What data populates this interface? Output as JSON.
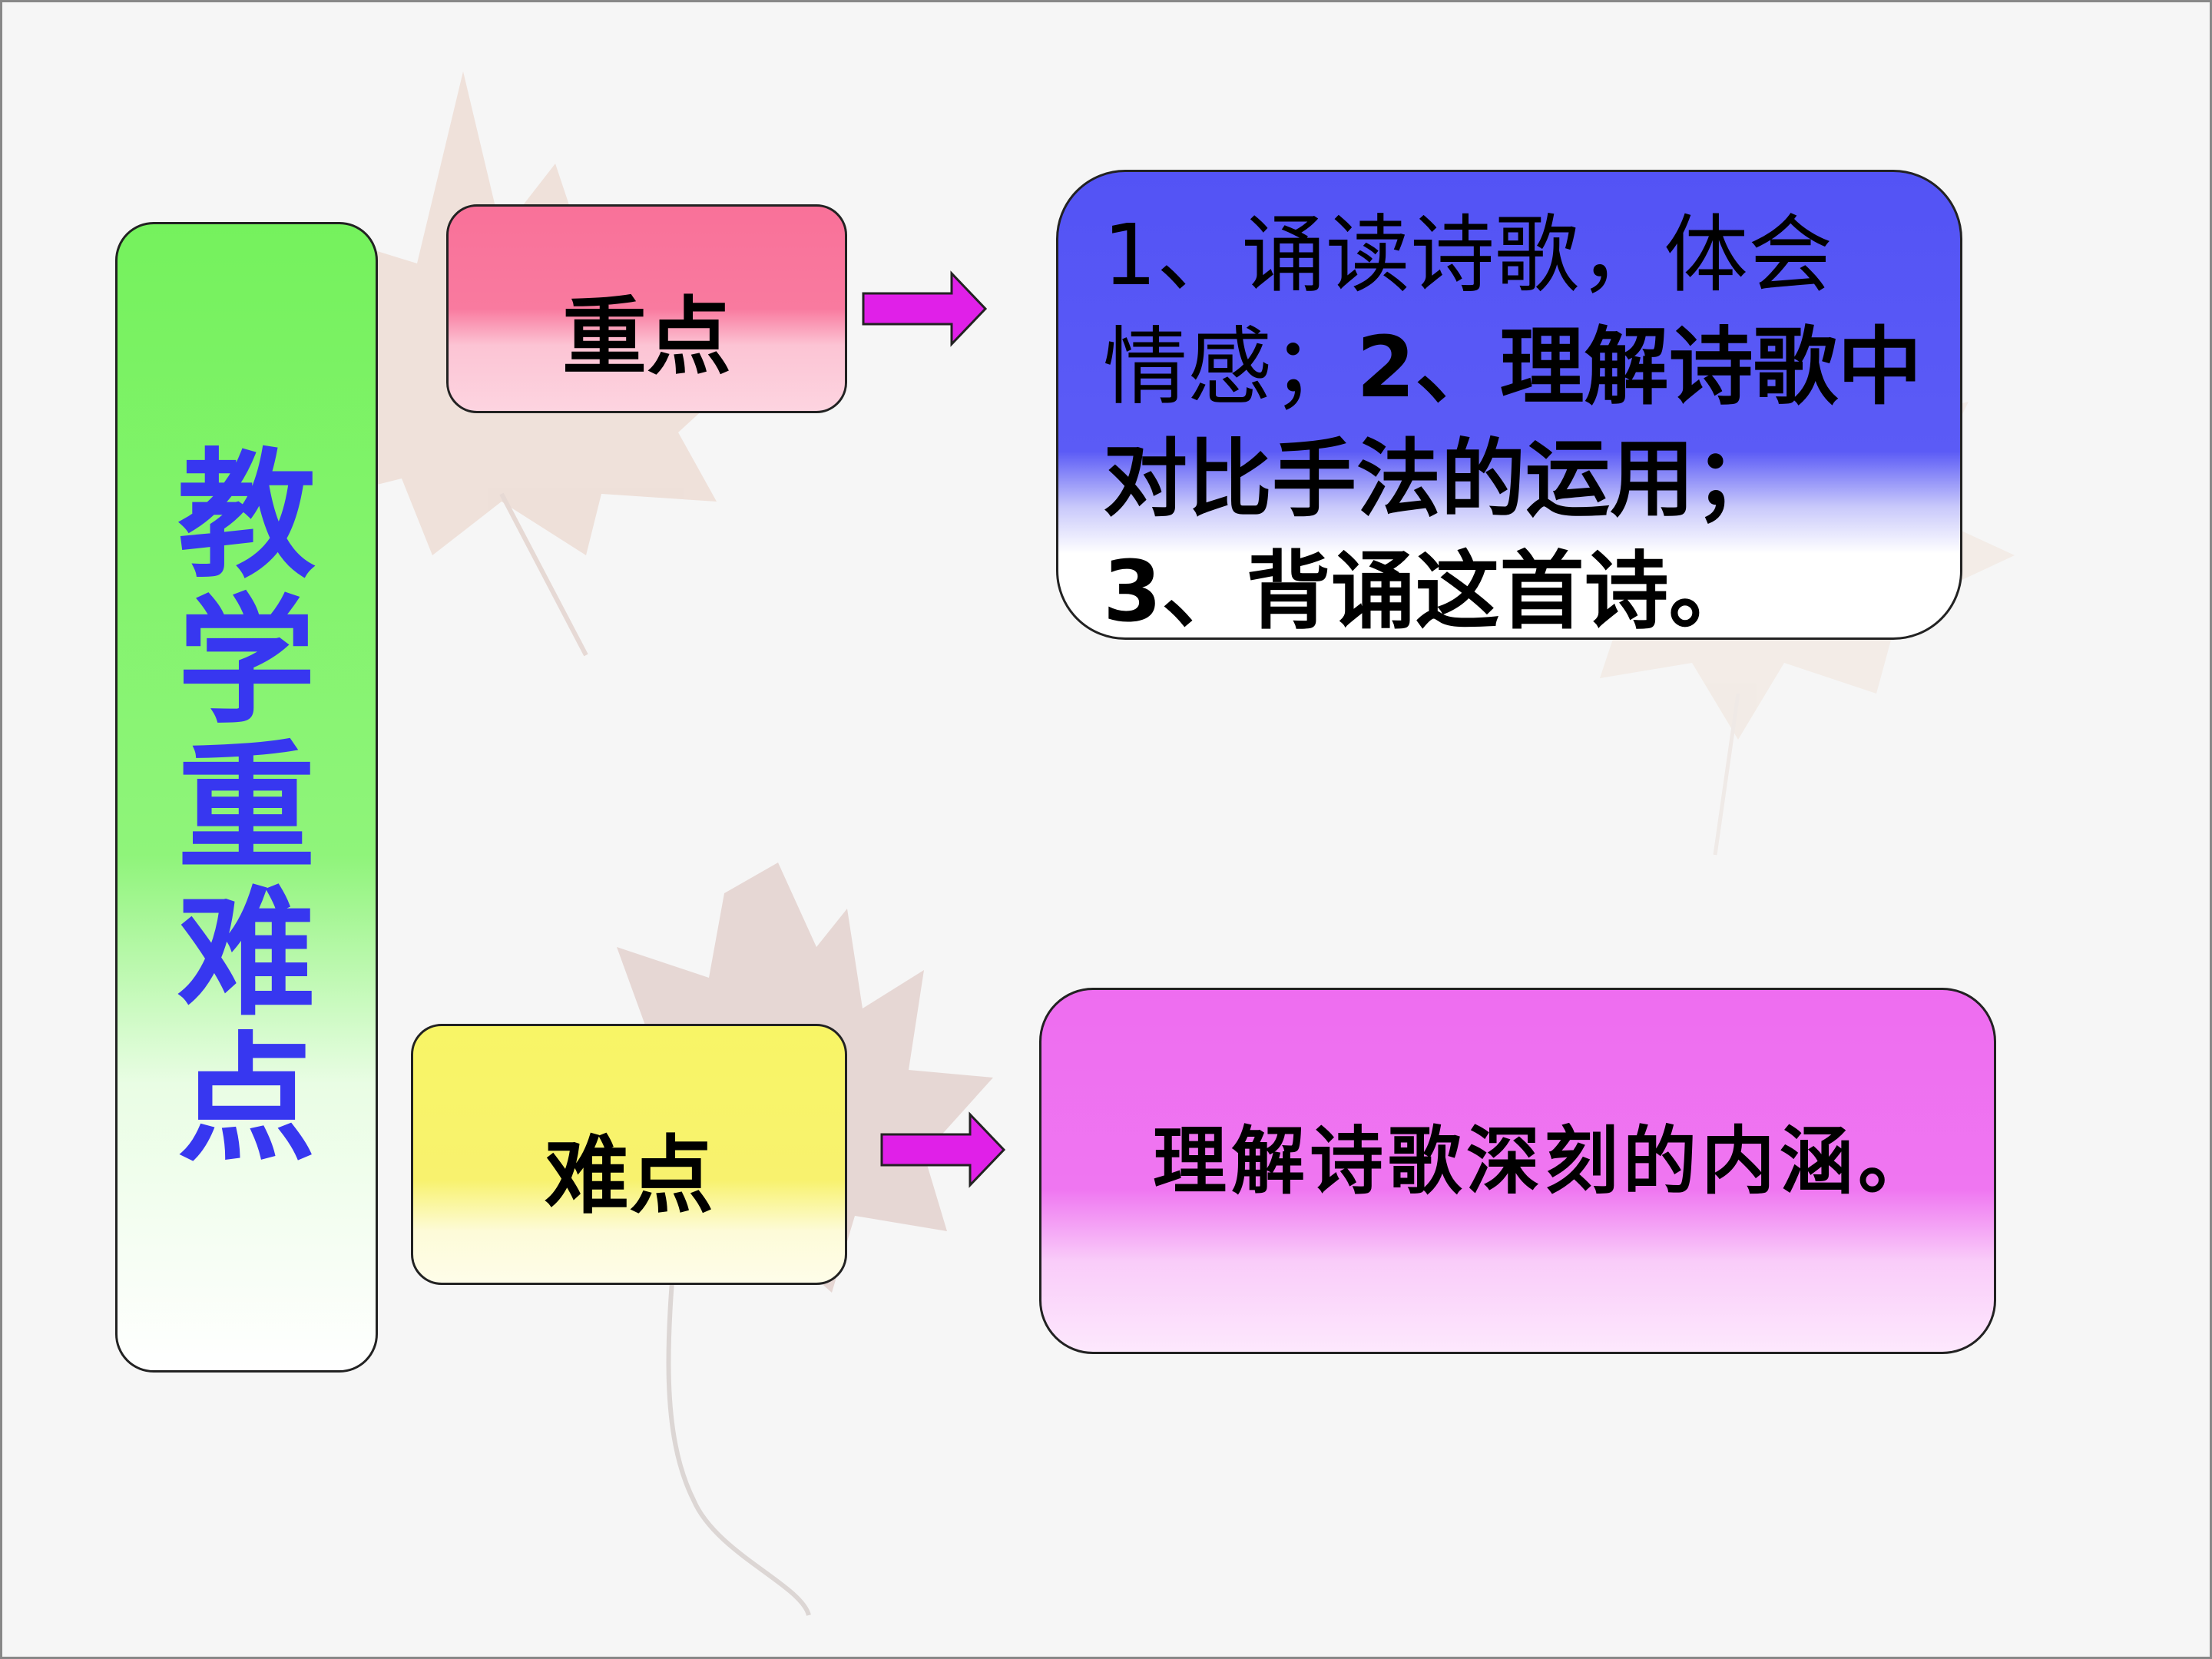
{
  "main_title": "教学重难点",
  "key_point": {
    "label": "重点",
    "content": {
      "line1": "1、诵读诗歌，体会",
      "line2_a": "情感；",
      "line2_b": "2、理解诗歌中",
      "line3": "对比手法的运用；",
      "line4": "3、背诵这首诗。"
    }
  },
  "difficult_point": {
    "label": "难点",
    "content": "理解诗歌深刻的内涵。"
  },
  "colors": {
    "title_text": "#3737f0",
    "title_box": "#75f25d",
    "key_label_box": "#f97199",
    "diff_label_box": "#f8f566",
    "key_content_box": "#5353f5",
    "diff_content_box": "#ee6df0",
    "arrow": "#e020e8"
  }
}
